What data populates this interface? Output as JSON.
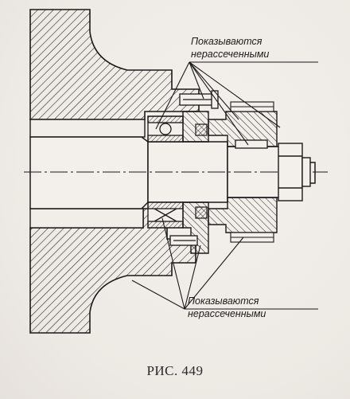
{
  "callouts": {
    "top_line1": "Показываются",
    "top_line2": "нерассеченными",
    "bottom_line1": "Показываются",
    "bottom_line2": "нерассеченными"
  },
  "caption": "РИС. 449",
  "colors": {
    "ink": "#1a1a1a",
    "paper": "#f1ede9"
  }
}
